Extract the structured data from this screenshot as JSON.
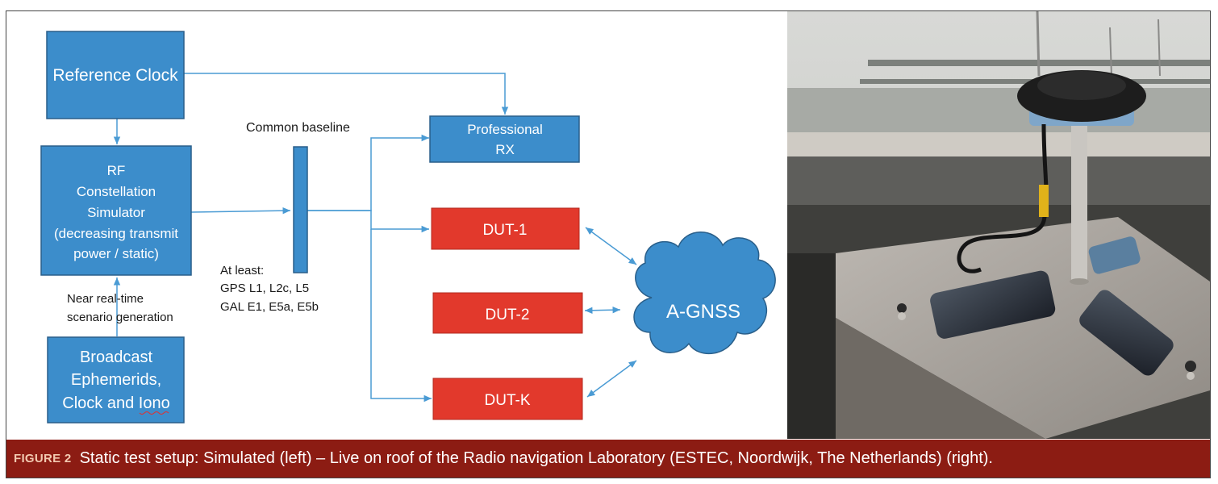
{
  "diagram": {
    "reference_clock": "Reference Clock",
    "rf_simulator": [
      "RF",
      "Constellation",
      "Simulator",
      "(decreasing transmit",
      "power / static)"
    ],
    "broadcast": [
      "Broadcast",
      "Ephemerids,",
      "Clock and Iono"
    ],
    "near_realtime": [
      "Near real-time",
      "scenario generation"
    ],
    "common_baseline": "Common baseline",
    "at_least": [
      "At least:",
      "GPS L1, L2c, L5",
      "GAL E1, E5a, E5b"
    ],
    "professional_rx": [
      "Professional",
      "RX"
    ],
    "duts": [
      "DUT-1",
      "DUT-2",
      "DUT-K"
    ],
    "agnss": "A-GNSS"
  },
  "caption": {
    "label": "FIGURE 2",
    "text": "Static test setup: Simulated (left) – Live on roof of the Radio navigation Laboratory (ESTEC, Noordwijk, The Netherlands) (right)."
  },
  "colors": {
    "blue_box": "#3c8dcb",
    "blue_border": "#2a5f8a",
    "red_box": "#e2392c",
    "arrow": "#4a9bd4",
    "caption_bg": "#8c1c13"
  }
}
